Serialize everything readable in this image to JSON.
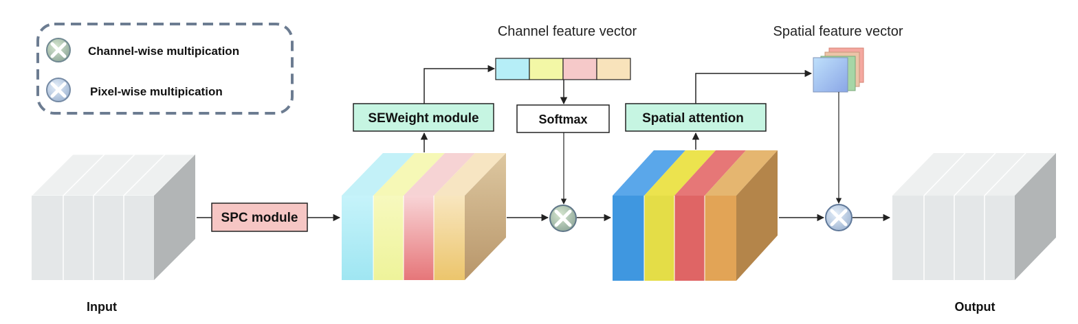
{
  "legend": {
    "channel_wise": "Channel-wise multipication",
    "pixel_wise": "Pixel-wise multipication"
  },
  "labels": {
    "input": "Input",
    "output": "Output",
    "channel_feature_vector": "Channel feature vector",
    "spatial_feature_vector": "Spatial feature vector"
  },
  "modules": {
    "spc": "SPC module",
    "seweight": "SEWeight module",
    "softmax": "Softmax",
    "spatial_attention": "Spatial attention"
  },
  "colors": {
    "grey_face": "#e4e7e8",
    "grey_top": "#eef0f0",
    "grey_side": "#b2b5b6",
    "light_blocks": [
      "#b8eef6",
      "#f4f6a8",
      "#f0a8ab",
      "#f3dc9a"
    ],
    "light_side": "#c8aa7a",
    "bright_blocks": [
      "#3f97e0",
      "#e4dd47",
      "#df6565",
      "#e2a456"
    ],
    "bright_side": "#b4854a",
    "vector_cells": [
      "#b6eef7",
      "#f3f7a6",
      "#f6c9c9",
      "#f8e3bb"
    ],
    "spc_fill": "#f6c6c4",
    "module_fill": "#c6f5e2",
    "legend_border": "#6c7c91",
    "op_fill": "#b8c8d8"
  }
}
